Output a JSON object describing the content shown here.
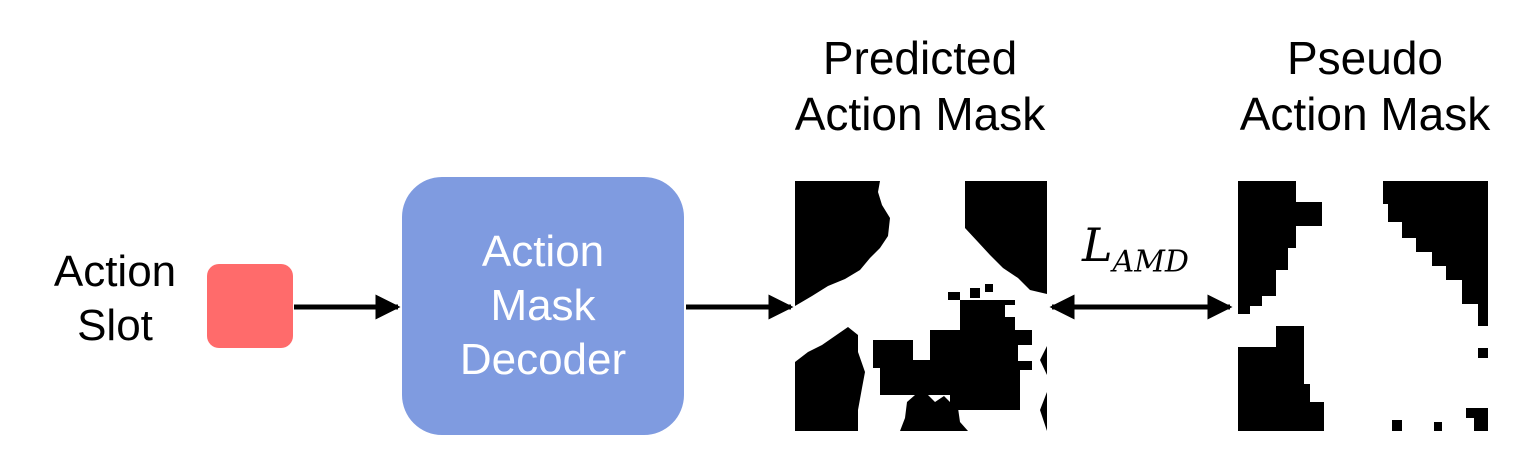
{
  "slot": {
    "label_line1": "Action",
    "label_line2": "Slot",
    "color": "#ff6b6b"
  },
  "decoder": {
    "line1": "Action",
    "line2": "Mask",
    "line3": "Decoder",
    "color": "#7f9be0"
  },
  "predicted_mask": {
    "title_line1": "Predicted",
    "title_line2": "Action Mask"
  },
  "pseudo_mask": {
    "title_line1": "Pseudo",
    "title_line2": "Action Mask"
  },
  "loss": {
    "symbol": "L",
    "subscript": "AMD"
  },
  "mask_colors": {
    "foreground": "#000000",
    "background": "#ffffff"
  }
}
